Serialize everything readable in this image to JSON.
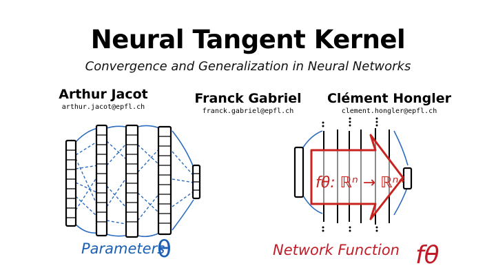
{
  "title": "Neural Tangent Kernel",
  "subtitle": "Convergence and Generalization in Neural Networks",
  "authors": [
    {
      "name": "Arthur Jacot",
      "email": "arthur.jacot@epfl.ch"
    },
    {
      "name": "Franck Gabriel",
      "email": "franck.gabriel@epfl.ch"
    },
    {
      "name": "Clément Hongler",
      "email": "clement.hongler@epfl.ch"
    }
  ],
  "left_figure": {
    "label": "Parameters",
    "symbol": "θ",
    "color": "#1a5fb4"
  },
  "right_figure": {
    "label": "Network Function",
    "symbol": "fθ",
    "arrow_text": "fθ: ℝⁿ → ℝⁿ⁴",
    "color": "#c01c28"
  },
  "colors": {
    "ink": "#000000",
    "blue": "#2a6bbf",
    "red": "#c8221e"
  }
}
